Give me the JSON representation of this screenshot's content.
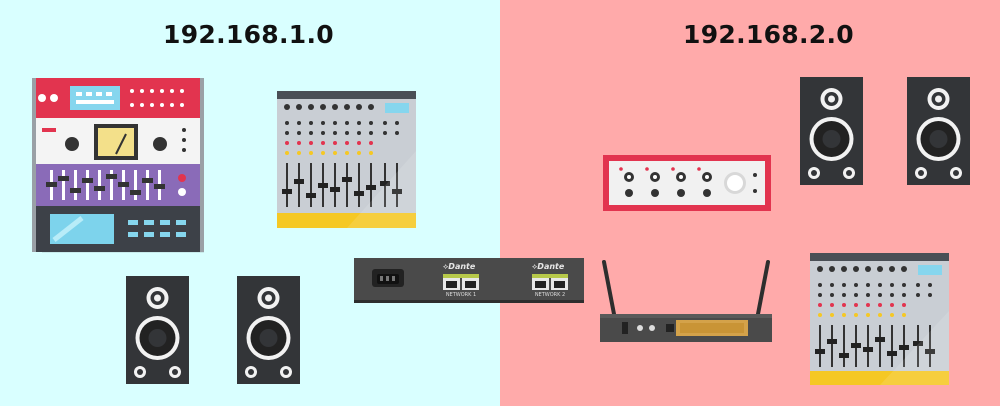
{
  "colors": {
    "left_network_bg": "#d9ffff",
    "right_network_bg": "#ffaaaa",
    "dante_body": "#4a4a4a"
  },
  "networks": [
    {
      "label": "192.168.1.0"
    },
    {
      "label": "192.168.2.0"
    }
  ],
  "dante_bridge": {
    "ports": [
      {
        "brand": "Dante",
        "label": "NETWORK 1"
      },
      {
        "brand": "Dante",
        "label": "NETWORK 2"
      }
    ]
  },
  "devices": {
    "left": [
      "rack-stack",
      "mixer",
      "speaker",
      "speaker"
    ],
    "right": [
      "speaker",
      "speaker",
      "audio-interface",
      "wireless-receiver",
      "mixer"
    ]
  }
}
